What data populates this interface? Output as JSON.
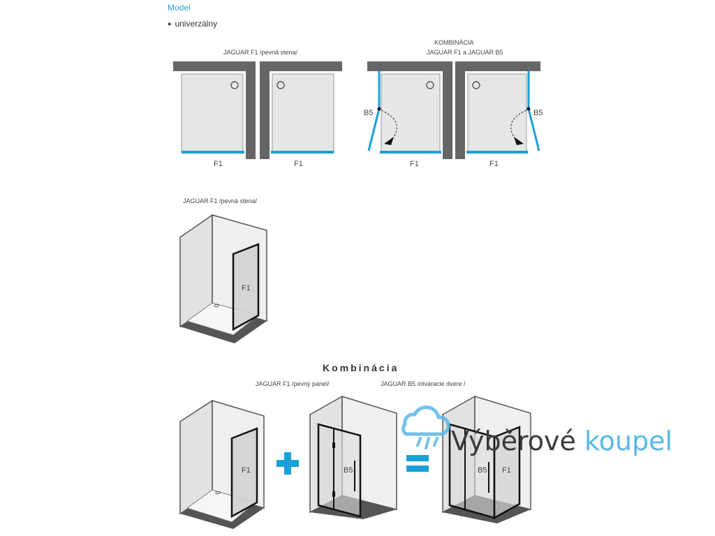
{
  "model": {
    "heading": "Model",
    "bullet": "●",
    "item": "univerzálny"
  },
  "plan_single": {
    "caption": "JAGUAR F1 /pevná stena/",
    "left_label": "F1",
    "right_label": "F1"
  },
  "plan_combo": {
    "title": "KOMBINÁCIA",
    "caption": "JAGUAR F1 a JAGUAR B5",
    "left_door_label": "B5",
    "right_door_label": "B5",
    "left_label": "F1",
    "right_label": "F1"
  },
  "iso_single": {
    "caption": "JAGUAR F1 /pevná stena/",
    "panel_label": "F1"
  },
  "combo": {
    "title": "Kombinácia",
    "caption_left": "JAGUAR F1 /pevný panel/",
    "caption_right": "JAGUAR B5 /otváracie dvere /",
    "f1_label": "F1",
    "b5_label": "B5",
    "result_b5_label": "B5",
    "result_f1_label": "F1"
  },
  "watermark": {
    "text_dark": "Výběrové",
    "text_blue": "koupel"
  },
  "colors": {
    "accent": "#1aa0d6",
    "wall": "#666666",
    "frame": "#1a1a1a",
    "glass": "#d8d8d8",
    "brand_blue": "#5ab8e8"
  }
}
